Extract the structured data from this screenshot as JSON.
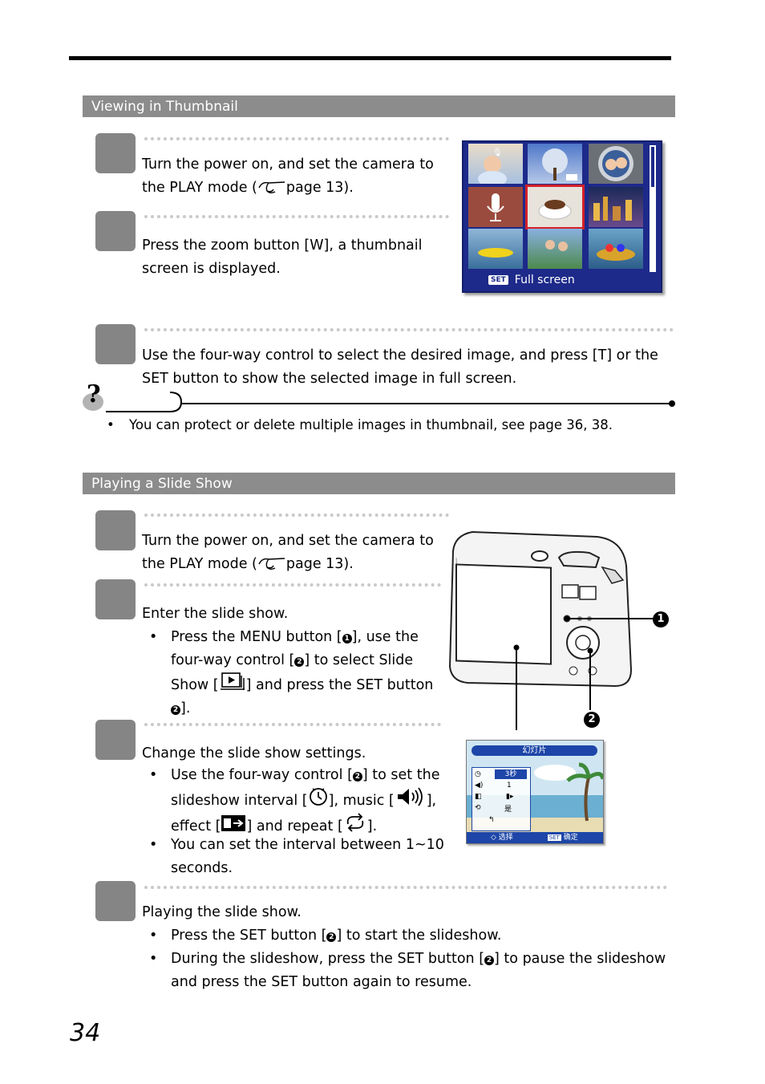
{
  "sections": {
    "thumbnail_title": "Viewing in Thumbnail",
    "slideshow_title": "Playing a Slide Show"
  },
  "thumbnail": {
    "step1": [
      "Turn the power on, and set the camera to",
      "the PLAY mode (",
      "page 13)."
    ],
    "step2": [
      "Press the zoom button [W], a thumbnail",
      "screen is displayed."
    ],
    "step3": [
      "Use the four-way control to select the desired image, and press [T] or the",
      "SET button to show the selected image in full screen."
    ],
    "screen": {
      "set_label": "SET",
      "footer_text": "Full screen"
    }
  },
  "tip": {
    "icon": "?",
    "text": "You can protect or delete multiple images in thumbnail, see page 36, 38."
  },
  "slideshow": {
    "step1": [
      "Turn the power on, and set the camera to",
      "the PLAY mode (",
      "page 13)."
    ],
    "step2": {
      "title": "Enter the slide show.",
      "bullet": [
        "Press the MENU button [",
        "], use the",
        "four-way control [",
        "] to select Slide",
        "Show [",
        "] and press the SET button",
        "]."
      ]
    },
    "step3": {
      "title": "Change the slide show settings.",
      "bullet1": [
        "Use the four-way control [",
        "] to set the",
        "slideshow interval [",
        "], music [",
        "],",
        "effect [",
        "] and repeat [",
        "]."
      ],
      "bullet2": [
        "You can set the interval between 1~10",
        "seconds."
      ]
    },
    "step4": {
      "title": "Playing the slide show.",
      "bullet1": [
        "Press the SET button [",
        "] to start the slideshow."
      ],
      "bullet2": [
        "During the slideshow, press the SET button [",
        "] to pause the slideshow",
        "and press the SET button again to resume."
      ]
    },
    "callouts": {
      "one": "1",
      "two": "2"
    },
    "menu_screen": {
      "title": "幻灯片",
      "interval": "3秒",
      "music": "1",
      "repeat": "是",
      "footer_left": "选择",
      "footer_set": "SET",
      "footer_right": "确定"
    }
  },
  "page_number": "34",
  "colors": {
    "section_bar": "#8c8c8c",
    "step_box": "#858585",
    "screen_blue": "#1d2a8a"
  }
}
